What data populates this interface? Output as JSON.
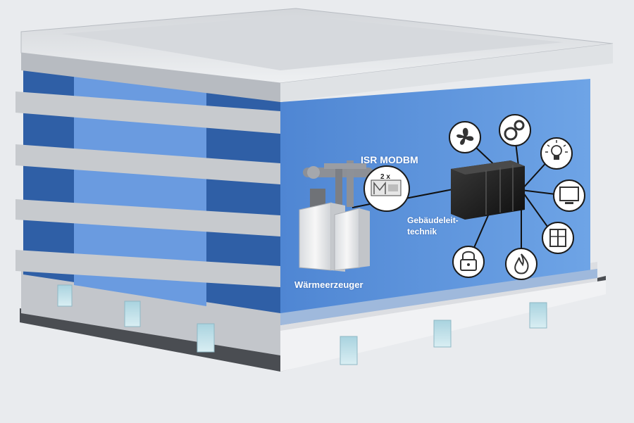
{
  "labels": {
    "isr_modbm": "ISR MODBM",
    "multiplier": "2 x",
    "building_tech_line1": "Gebäudeleit-",
    "building_tech_line2": "technik",
    "heat_generator": "Wärmeerzeuger"
  },
  "icons": [
    "fan-icon",
    "gears-icon",
    "light-bulb-icon",
    "monitor-icon",
    "window-icon",
    "fire-icon",
    "lock-icon"
  ],
  "colors": {
    "background": "#e9ebee",
    "facade_blue": "#5b8fd6",
    "window_dark_blue": "#2f5fa6",
    "window_light_blue": "#6a9be0",
    "concrete_gray": "#c9ccd1",
    "server_black": "#1b1b1b"
  }
}
